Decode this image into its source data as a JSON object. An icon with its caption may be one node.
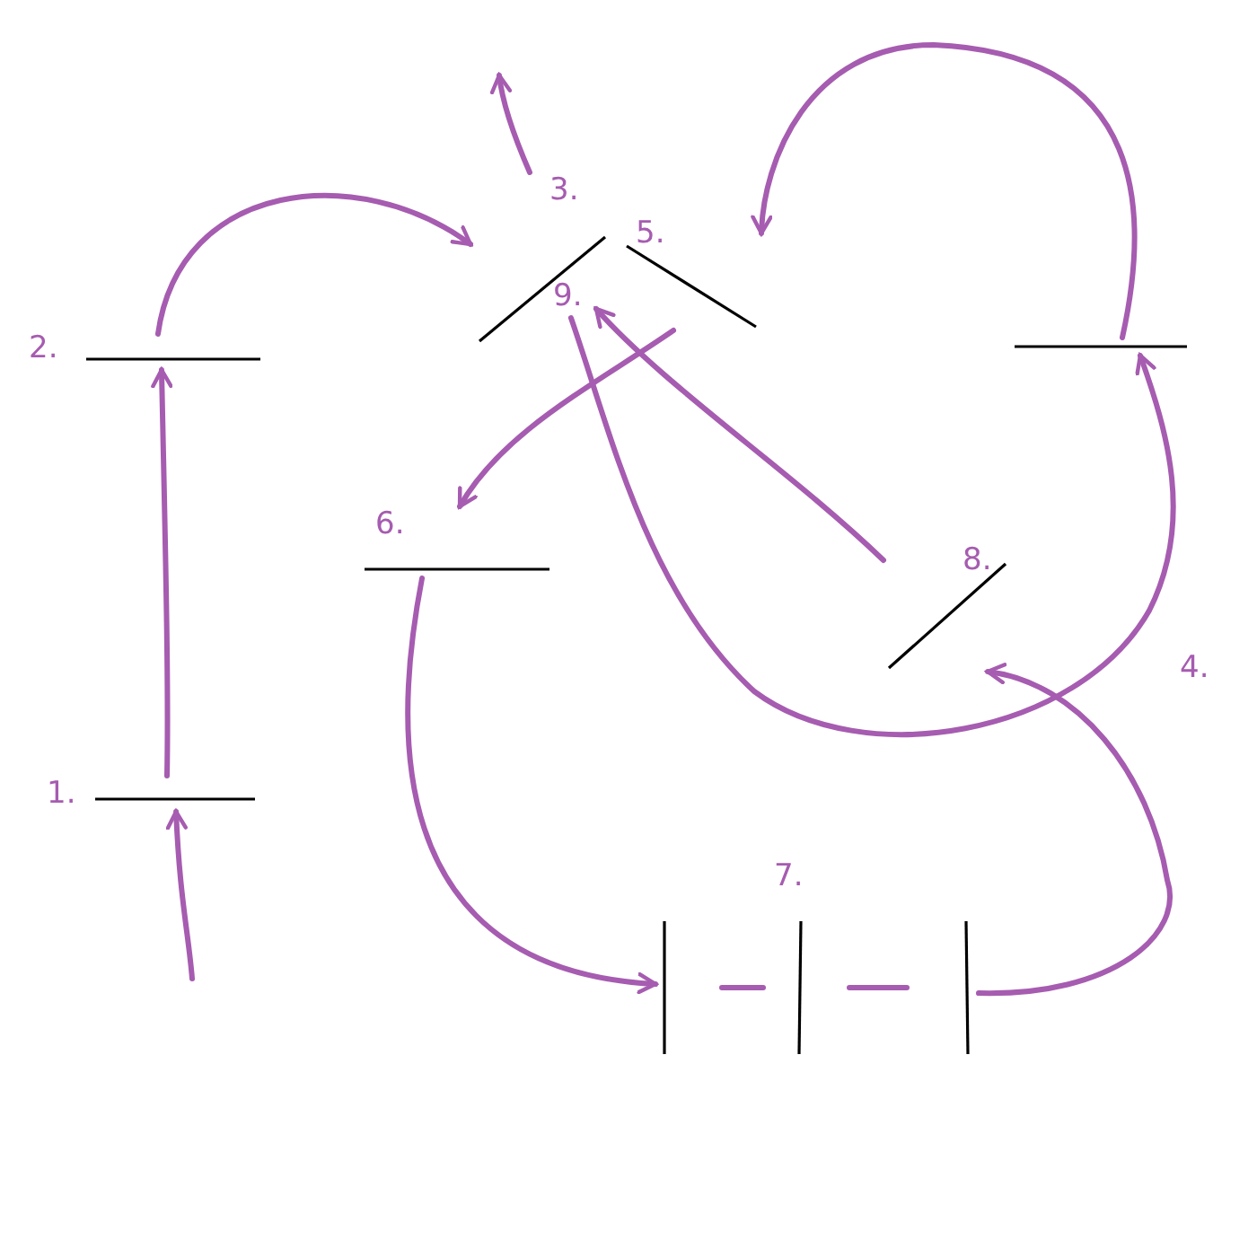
{
  "diagram": {
    "nodes": [
      {
        "text": [
          "1."
        ]
      },
      {
        "text": [
          "2."
        ]
      },
      {
        "text": [
          "3."
        ]
      },
      {
        "text": [
          "5."
        ]
      },
      {
        "text": [
          "6."
        ]
      },
      {
        "text": [
          "7."
        ]
      },
      {
        "text": [
          "8."
        ]
      },
      {
        "text": [
          "9."
        ],
        "in": 2
      },
      {
        "text": [],
        "shape": "bar"
      }
    ],
    "edges": [
      {
        "from": null,
        "to": 0,
        "arrow": "to"
      },
      {
        "from": 0,
        "to": 1,
        "arrow": "to"
      },
      {
        "from": 1,
        "to": 2,
        "arrow": "to"
      },
      {
        "from": 2,
        "to": null,
        "arrow": "to"
      },
      {
        "from": 8,
        "to": 3,
        "arrow": "to"
      },
      {
        "from": 3,
        "to": 4,
        "arrow": "to"
      },
      {
        "from": 4,
        "to": 5,
        "arrow": "to"
      },
      {
        "from": 5,
        "to": 6,
        "arrow": "to"
      },
      {
        "from": 6,
        "to": 7,
        "arrow": "to"
      },
      {
        "from": 7,
        "to": 8,
        "arrow": "to"
      }
    ],
    "labels": [
      "4."
    ]
  }
}
